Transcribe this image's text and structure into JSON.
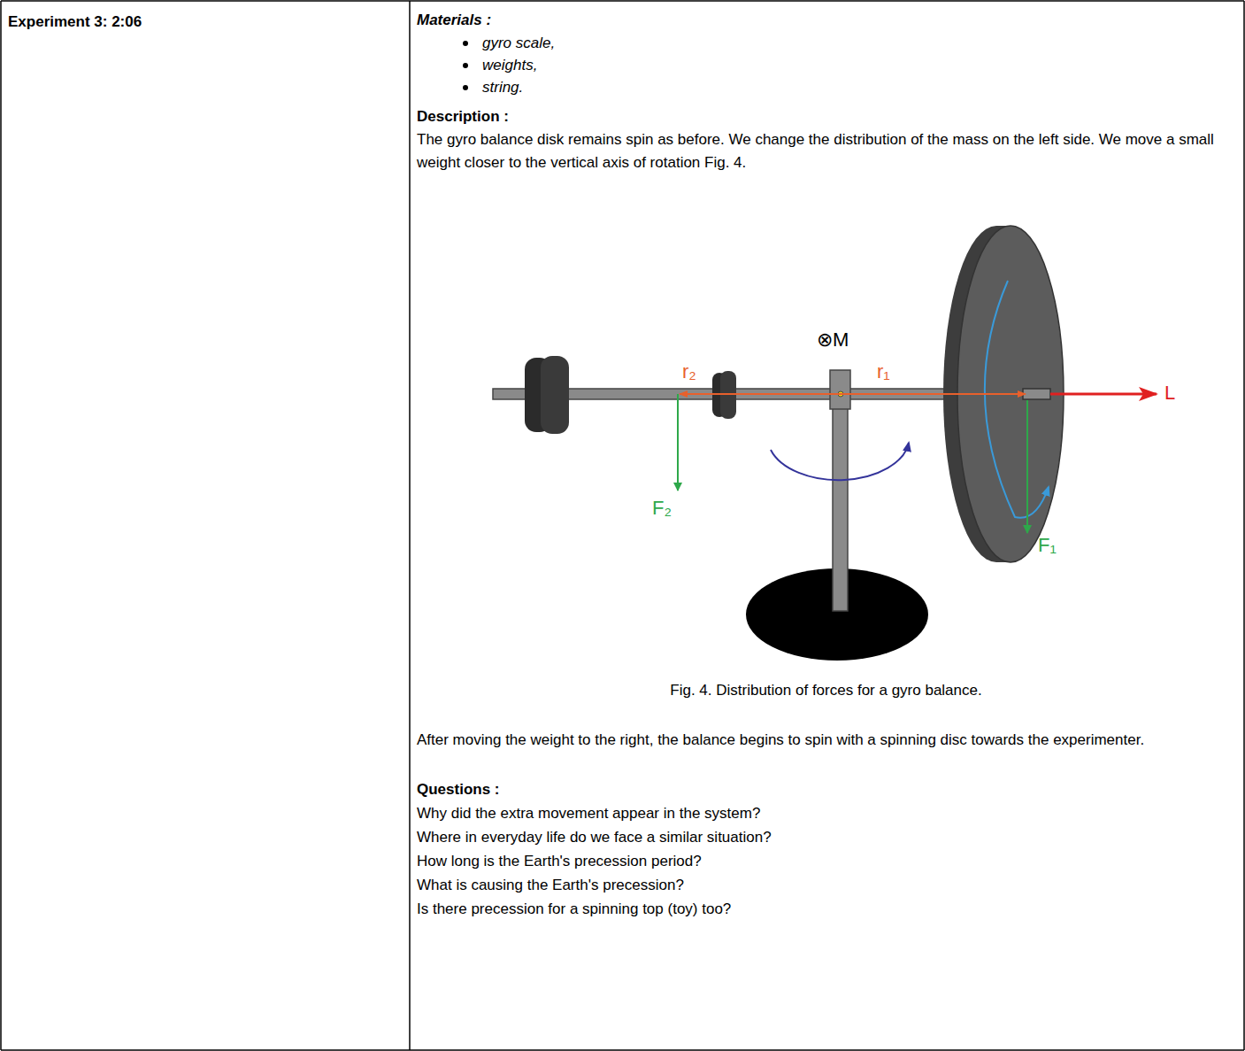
{
  "diagram": {
    "caption": "Fig. 4. Distribution of forces for a gyro balance.",
    "labels": [
      "Experiment 3: 2:06",
      "Materials :",
      "gyro scale,",
      "weights,",
      "string.",
      "Description :",
      "The gyro balance disk remains spin as before. We change the distribution of the mass on the left side. We move a small weight closer to the vertical axis of rotation Fig. 4.",
      "⊗M",
      "r₂",
      "r₁",
      "L",
      "F₂",
      "F₁",
      "After moving the weight to the right, the balance begins to spin with a spinning disc towards the experimenter.",
      "Questions :",
      "Why did the extra movement appear in the system?",
      "Where in everyday life do we face a similar situation?",
      "How long is the Earth's precession period?",
      "What is causing the Earth's precession?",
      "Is there precession for a spinning top (toy) too?"
    ]
  }
}
